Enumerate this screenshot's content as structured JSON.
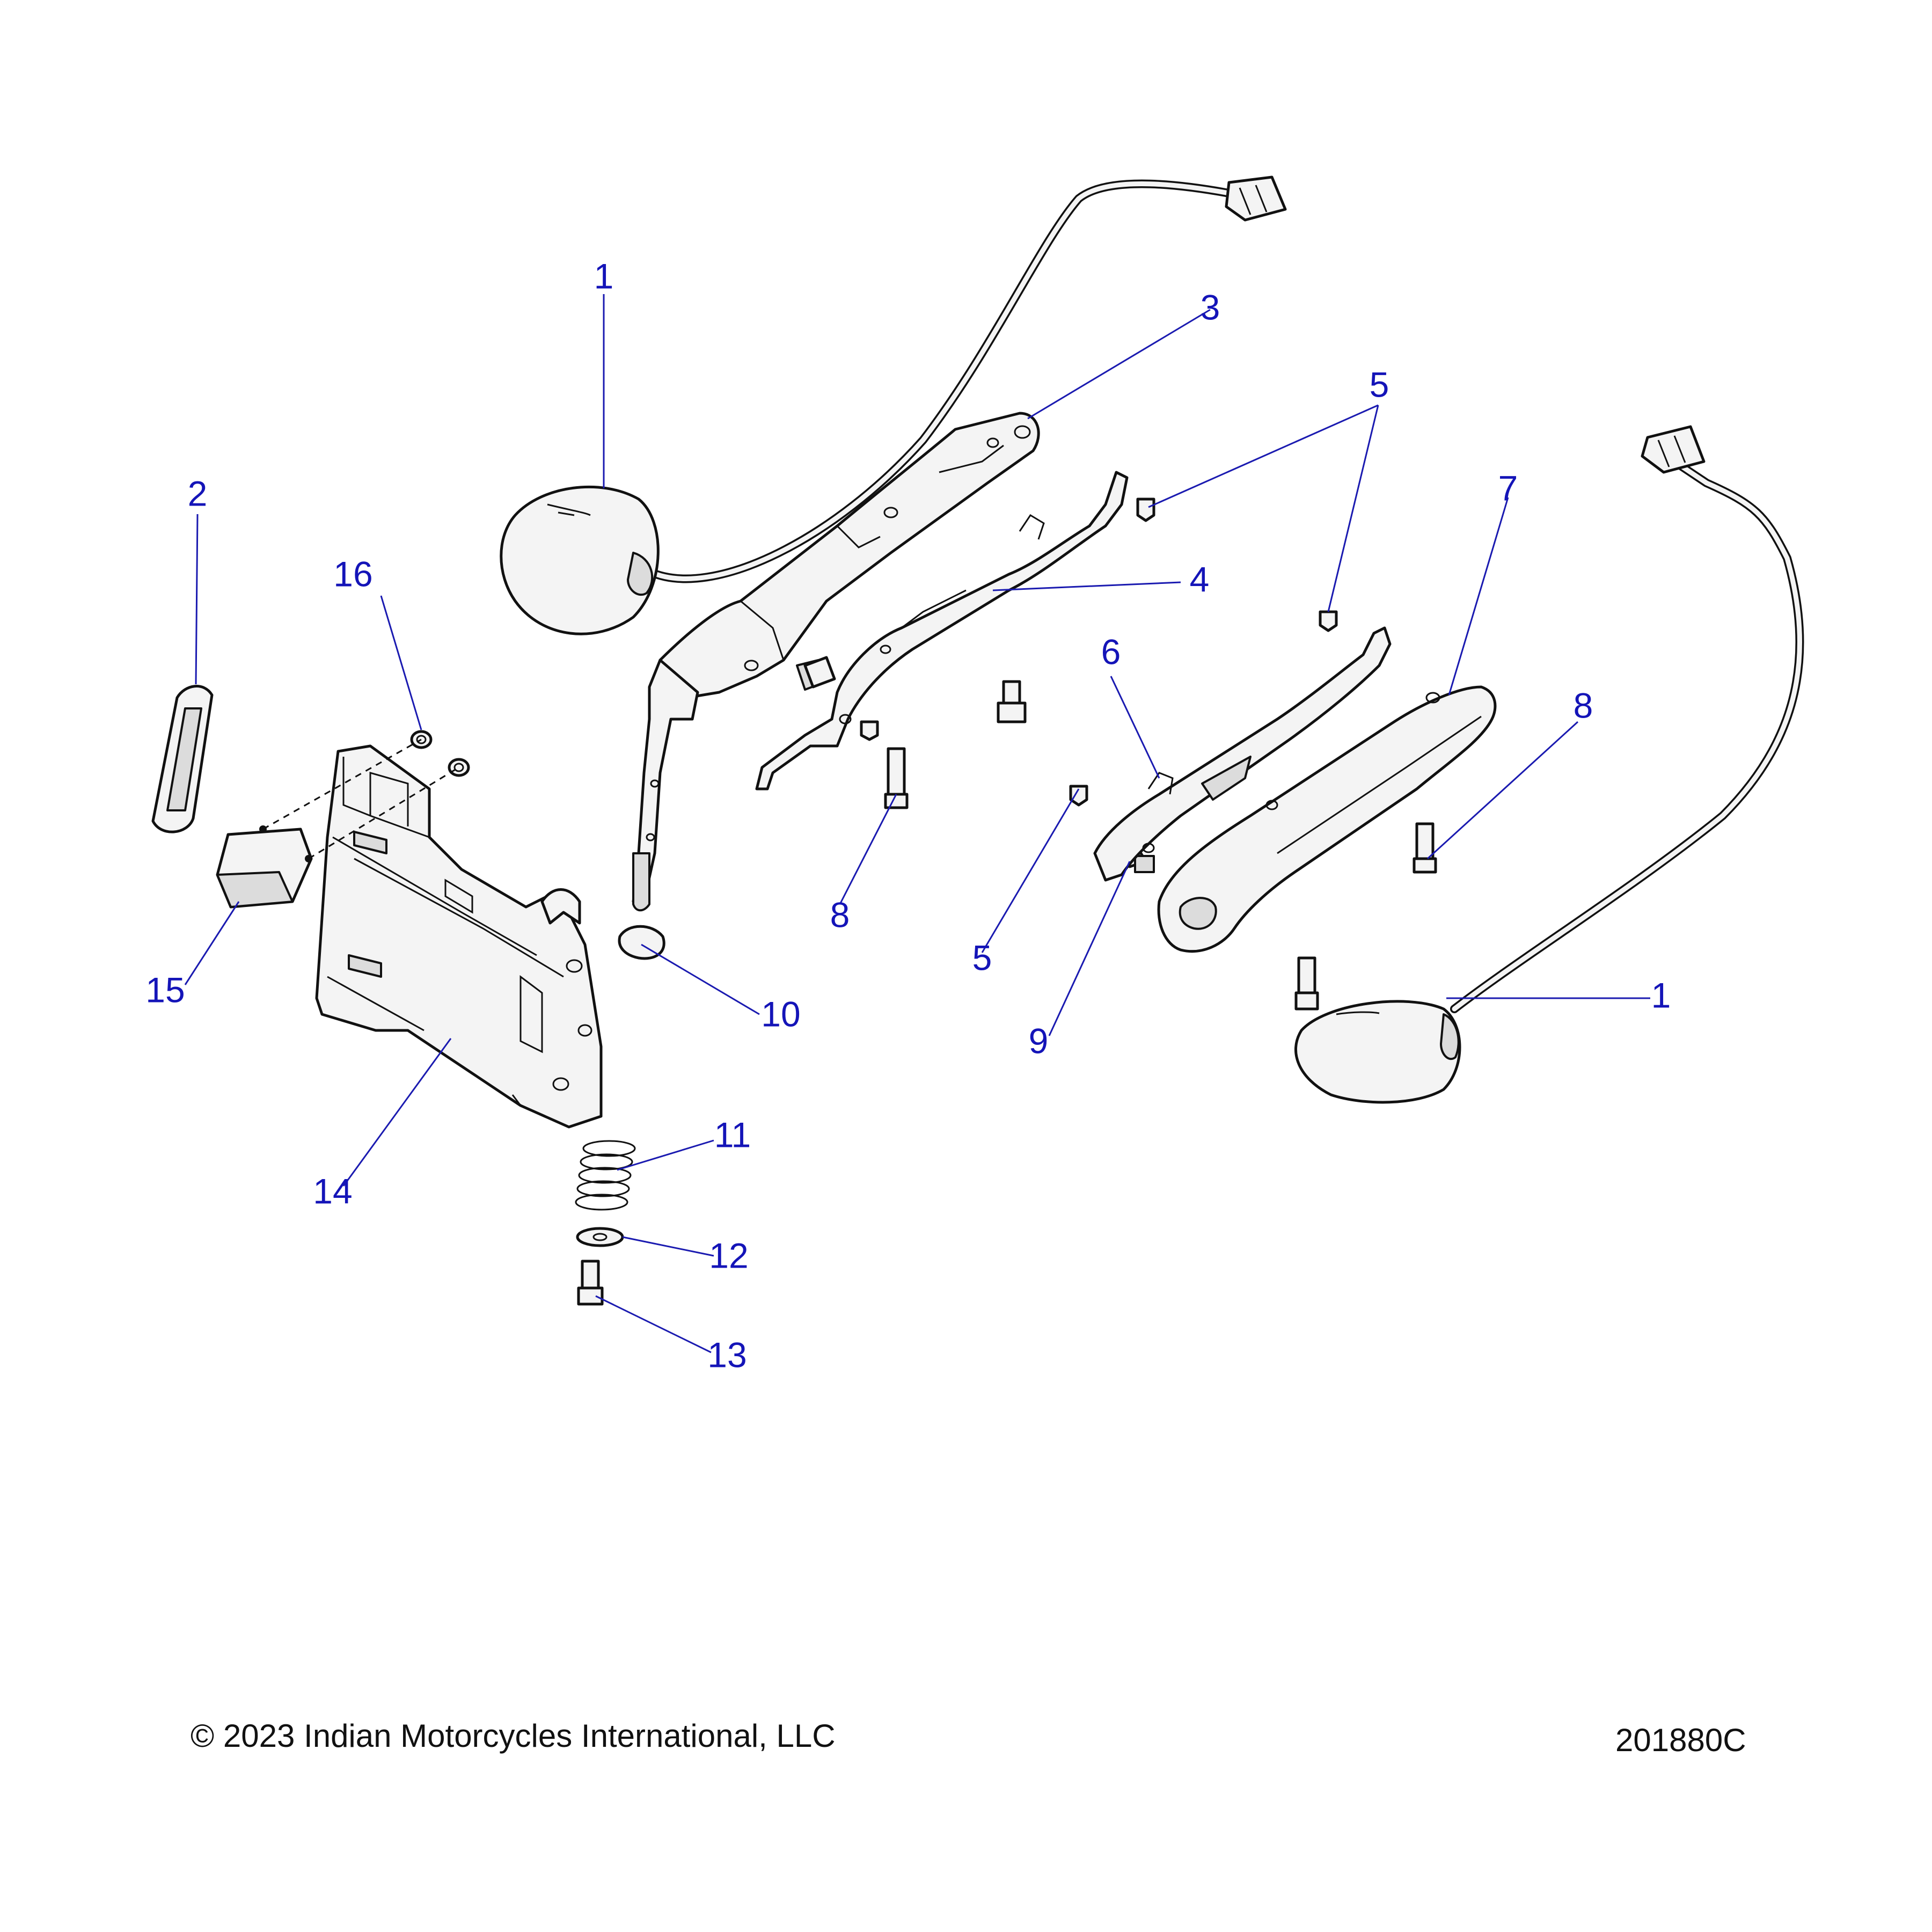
{
  "diagram": {
    "callouts": [
      {
        "id": "c1a",
        "label": "1"
      },
      {
        "id": "c1b",
        "label": "1"
      },
      {
        "id": "c2",
        "label": "2"
      },
      {
        "id": "c3",
        "label": "3"
      },
      {
        "id": "c4",
        "label": "4"
      },
      {
        "id": "c5a",
        "label": "5"
      },
      {
        "id": "c5b",
        "label": "5"
      },
      {
        "id": "c5c",
        "label": "5"
      },
      {
        "id": "c6",
        "label": "6"
      },
      {
        "id": "c7",
        "label": "7"
      },
      {
        "id": "c8a",
        "label": "8"
      },
      {
        "id": "c8b",
        "label": "8"
      },
      {
        "id": "c9",
        "label": "9"
      },
      {
        "id": "c10",
        "label": "10"
      },
      {
        "id": "c11",
        "label": "11"
      },
      {
        "id": "c12",
        "label": "12"
      },
      {
        "id": "c13",
        "label": "13"
      },
      {
        "id": "c14",
        "label": "14"
      },
      {
        "id": "c15",
        "label": "15"
      },
      {
        "id": "c16",
        "label": "16"
      }
    ],
    "footer": {
      "copyright": "© 2023 Indian Motorcycles International, LLC",
      "drawing_number": "201880C"
    },
    "colors": {
      "callout": "#1414b8",
      "line_art": "#111111",
      "background": "#ffffff"
    }
  }
}
